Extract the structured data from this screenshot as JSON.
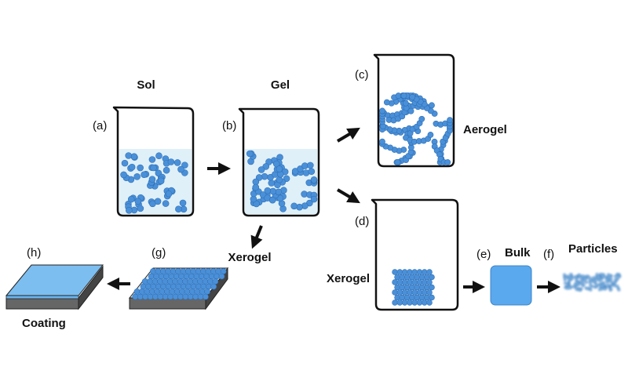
{
  "colors": {
    "particle": "#4a90d9",
    "particle_edge": "#2f6fb5",
    "liquid": "#dff0f8",
    "slab_side": "#555555",
    "coating": "#6cb4ee"
  },
  "stages": {
    "a": {
      "tag": "(a)",
      "title": "Sol"
    },
    "b": {
      "tag": "(b)",
      "title": "Gel",
      "xerogel": "Xerogel"
    },
    "c": {
      "tag": "(c)",
      "title": "Aerogel"
    },
    "d": {
      "tag": "(d)",
      "title": "Xerogel"
    },
    "e": {
      "tag": "(e)",
      "title": "Bulk"
    },
    "f": {
      "tag": "(f)",
      "title": "Particles"
    },
    "g": {
      "tag": "(g)"
    },
    "h": {
      "tag": "(h)",
      "title": "Coating"
    }
  }
}
